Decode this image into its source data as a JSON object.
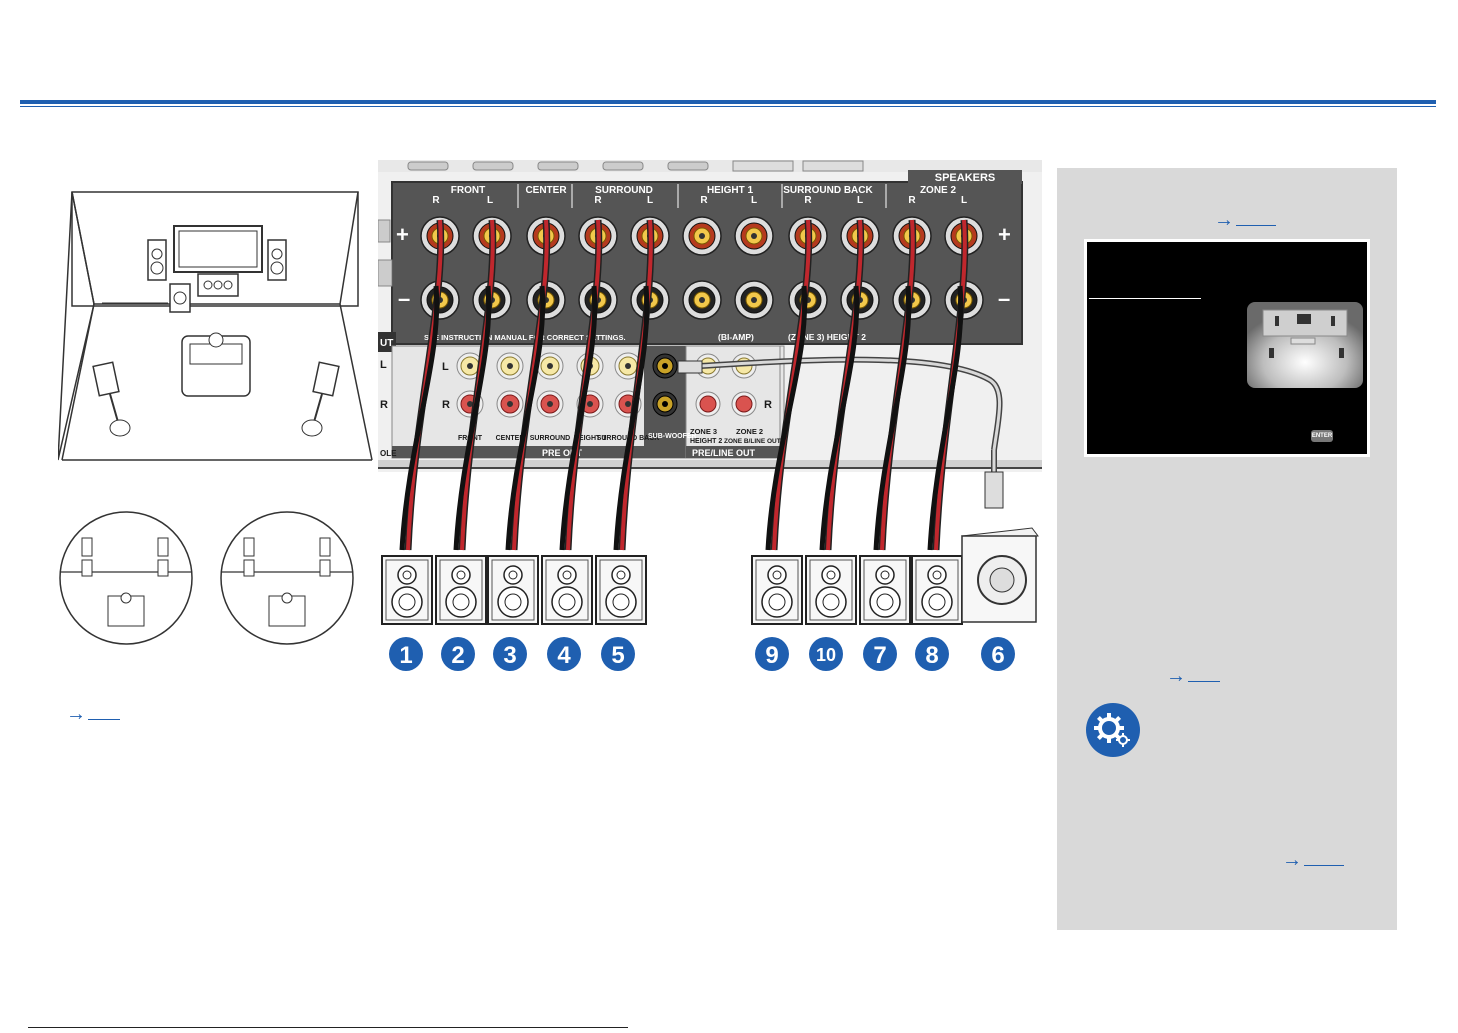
{
  "receiver": {
    "speaker_groups": [
      {
        "label": "FRONT"
      },
      {
        "label": "CENTER"
      },
      {
        "label": "SURROUND"
      },
      {
        "label": "HEIGHT 1"
      },
      {
        "label": "SURROUND BACK"
      },
      {
        "label": "ZONE 2"
      }
    ],
    "speakers_tab": "SPEAKERS",
    "rl_r": "R",
    "rl_l": "L",
    "plus": "+",
    "minus": "–",
    "see_manual": "SEE INSTRUCTION MANUAL FOR CORRECT SETTINGS.",
    "bi_amp": "(BI-AMP)",
    "zone3_height2": "(ZONE 3) HEIGHT 2",
    "preout_labels": [
      "FRONT",
      "CENTER",
      "SURROUND",
      "HEIGHT 1",
      "SURROUND BACK"
    ],
    "subwoofer_label": "SUB-WOOFER",
    "zone3_label": "ZONE 3",
    "height2_label": "HEIGHT 2",
    "zone2_label": "ZONE 2",
    "zone2_b_label": "ZONE B/LINE OUT",
    "pre_out": "PRE OUT",
    "pre_line_out": "PRE/LINE OUT",
    "out_label": "UT",
    "ole_label": "OLE"
  },
  "speaker_numbers": [
    "1",
    "2",
    "3",
    "4",
    "5",
    "9",
    "10",
    "7",
    "8",
    "6"
  ],
  "side_panel": {
    "screen_enter": "ENTER"
  }
}
